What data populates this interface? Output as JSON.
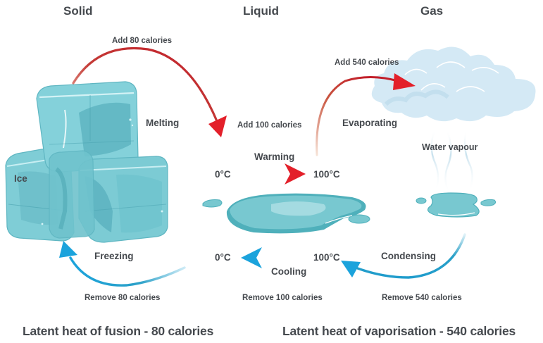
{
  "headings": {
    "solid": "Solid",
    "liquid": "Liquid",
    "gas": "Gas"
  },
  "processes": {
    "melting": "Melting",
    "warming": "Warming",
    "evaporating": "Evaporating",
    "freezing": "Freezing",
    "cooling": "Cooling",
    "condensing": "Condensing"
  },
  "energy": {
    "add_80": "Add 80 calories",
    "add_100": "Add 100 calories",
    "add_540": "Add 540 calories",
    "remove_80": "Remove 80 calories",
    "remove_100": "Remove 100 calories",
    "remove_540": "Remove 540 calories"
  },
  "temperatures": {
    "warm_start": "0°C",
    "warm_end": "100°C",
    "cool_start": "100°C",
    "cool_end": "0°C"
  },
  "objects": {
    "ice": "Ice",
    "water_vapour": "Water vapour"
  },
  "footer": {
    "fusion": "Latent heat of fusion - 80 calories",
    "vaporisation": "Latent heat of vaporisation - 540 calories"
  },
  "colors": {
    "heat_arrow": "#e3202a",
    "cool_arrow": "#1ba3dc",
    "ice": "#7fcdd6",
    "water": "#6cc3cc",
    "cloud": "#d4e9f5",
    "text": "#45494e"
  }
}
